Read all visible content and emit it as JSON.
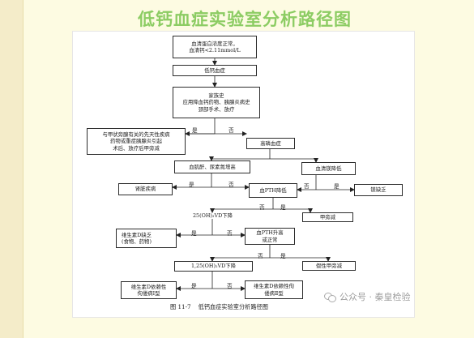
{
  "page": {
    "title": "低钙血症实验室分析路径图"
  },
  "flowchart": {
    "nodes": {
      "start": {
        "lines": [
          "血清蛋白浓度正常，",
          "血清钙<2.11mmol/L"
        ]
      },
      "hypocalcemia": {
        "lines": [
          "低钙血症"
        ]
      },
      "history": {
        "lines": [
          "家族史",
          "应用降血钙药物、胰腺炎病史",
          "颈部手术、放疗"
        ]
      },
      "congenital": {
        "lines": [
          "与甲状旁腺有关的先天性疾病",
          "药物或重症胰腺炎引起",
          "术后、放疗后甲旁减"
        ]
      },
      "hyperphosphatemia": {
        "lines": [
          "高磷血症"
        ]
      },
      "creatinine": {
        "lines": [
          "血肌酐、尿素氮增高"
        ]
      },
      "mg_low": {
        "lines": [
          "血清镁降低"
        ]
      },
      "renal": {
        "lines": [
          "肾脏疾病"
        ]
      },
      "pth_low": {
        "lines": [
          "血PTH降低"
        ]
      },
      "mg_deficiency": {
        "lines": [
          "镁缺乏"
        ]
      },
      "vd25_low": {
        "lines": [
          "25(OH)₂VD下降"
        ]
      },
      "hypopara": {
        "lines": [
          "甲旁减"
        ]
      },
      "vitd_deficiency": {
        "lines": [
          "维生素D缺乏",
          "(食物、药物)"
        ]
      },
      "pth_high": {
        "lines": [
          "血PTH升高",
          "或正常"
        ]
      },
      "vd125_low": {
        "lines": [
          "1,25(OH)₂VD下降"
        ]
      },
      "pseudo_hypopara": {
        "lines": [
          "假性甲旁减"
        ]
      },
      "vitd_dep_1": {
        "lines": [
          "维生素D依赖性",
          "佝偻病Ⅰ型"
        ]
      },
      "vitd_dep_2": {
        "lines": [
          "维生素D依赖性佝",
          "偻病Ⅱ型"
        ]
      }
    },
    "edge_labels": {
      "yes": "是",
      "no": "否"
    }
  },
  "caption": {
    "figure_no": "图 11-7",
    "text": "低钙血症实验室分析路径图"
  },
  "watermark": {
    "text": "公众号 · 秦皇检验",
    "icon": "wechat-icon"
  }
}
